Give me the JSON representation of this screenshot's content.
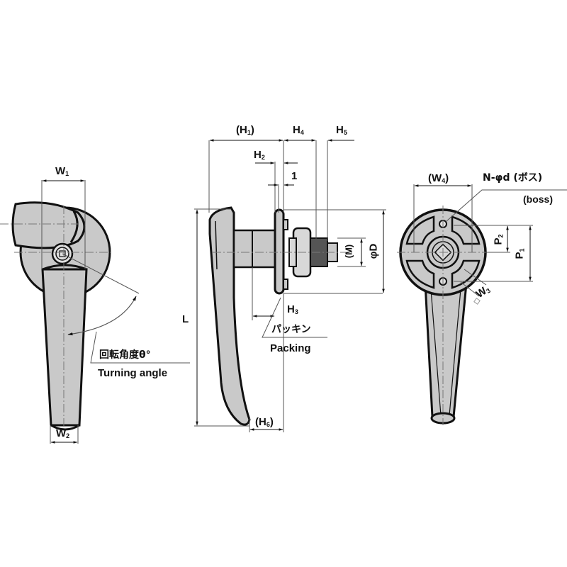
{
  "diagram": {
    "type": "technical-drawing",
    "subject": "lever handle latch (three views)",
    "colors": {
      "line": "#111111",
      "fill": "#c9c9c9",
      "dim": "#555555",
      "background": "#ffffff"
    },
    "left_view": {
      "dimensions": {
        "w1": "W1",
        "w2": "W2"
      },
      "angle_label_jp": "回転角度θ°",
      "angle_label_en": "Turning angle"
    },
    "side_view": {
      "dimensions": {
        "h1": "(H1)",
        "h2": "H2",
        "h3": "H3",
        "h4": "H4",
        "h5": "H5",
        "h6": "(H6)",
        "one": "1",
        "l": "L",
        "m": "(M)",
        "phi_d": "φD"
      },
      "packing_jp": "パッキン",
      "packing_en": "Packing"
    },
    "back_view": {
      "dimensions": {
        "w4": "(W4)",
        "w3": "W3",
        "p1": "P1",
        "p2": "P2"
      },
      "boss_jp": "N-φd (ボス)",
      "boss_en": "(boss)"
    }
  }
}
